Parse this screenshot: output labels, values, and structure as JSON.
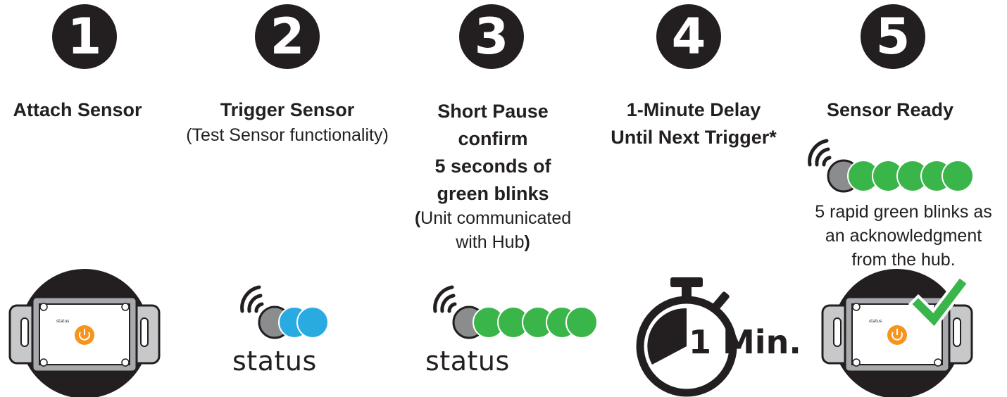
{
  "steps": [
    {
      "number": "1",
      "title": "Attach Sensor"
    },
    {
      "number": "2",
      "title": "Trigger Sensor",
      "subtitle": "(Test Sensor functionality)",
      "status_label": "status"
    },
    {
      "number": "3",
      "title_lines": [
        "Short Pause",
        "confirm",
        "5 seconds of",
        "green blinks"
      ],
      "note_open": "(",
      "note_line1": "Unit communicated",
      "note_line2": "with Hub",
      "note_close": ")",
      "status_label": "status"
    },
    {
      "number": "4",
      "title_lines": [
        "1-Minute Delay",
        "Until Next Trigger*"
      ],
      "timer_label": "1 Min."
    },
    {
      "number": "5",
      "title": "Sensor Ready",
      "description_lines": [
        "5 rapid green blinks as",
        "an acknowledgment",
        "from the hub."
      ]
    }
  ],
  "device": {
    "button_icon": "power-icon",
    "label": "status"
  },
  "colors": {
    "dark": "#231f20",
    "blue": "#29abe2",
    "green": "#39b54a",
    "orange": "#f7941d",
    "gray": "#8a8c8e"
  }
}
